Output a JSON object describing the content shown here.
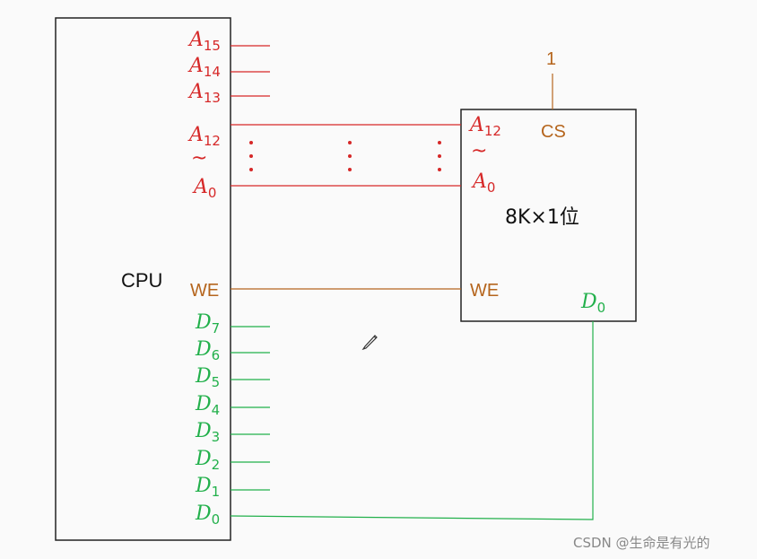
{
  "cpu": {
    "label": "CPU",
    "we": "WE"
  },
  "address_high": [
    {
      "letter": "A",
      "sub": "15"
    },
    {
      "letter": "A",
      "sub": "14"
    },
    {
      "letter": "A",
      "sub": "13"
    }
  ],
  "address_range": {
    "top": {
      "letter": "A",
      "sub": "12"
    },
    "tilde": "~",
    "bottom": {
      "letter": "A",
      "sub": "0"
    }
  },
  "data_lines": [
    {
      "letter": "D",
      "sub": "7"
    },
    {
      "letter": "D",
      "sub": "6"
    },
    {
      "letter": "D",
      "sub": "5"
    },
    {
      "letter": "D",
      "sub": "4"
    },
    {
      "letter": "D",
      "sub": "3"
    },
    {
      "letter": "D",
      "sub": "2"
    },
    {
      "letter": "D",
      "sub": "1"
    },
    {
      "letter": "D",
      "sub": "0"
    }
  ],
  "chip": {
    "label": "8K×1位",
    "cs": "CS",
    "cs_value": "1",
    "we": "WE",
    "addr_top": {
      "letter": "A",
      "sub": "12"
    },
    "tilde": "~",
    "addr_bottom": {
      "letter": "A",
      "sub": "0"
    },
    "data": {
      "letter": "D",
      "sub": "0"
    }
  },
  "watermark": "CSDN @生命是有光的",
  "colors": {
    "address": "#d62828",
    "control": "#b5651d",
    "data": "#22b04b",
    "box": "#222222"
  }
}
